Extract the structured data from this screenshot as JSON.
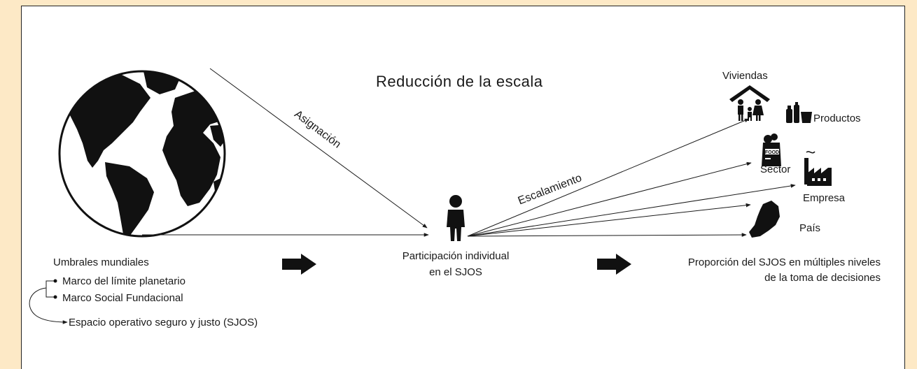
{
  "title": "Reducción de la escala",
  "arrows": {
    "allocation": "Asignación",
    "scaling": "Escalamiento"
  },
  "left": {
    "heading": "Umbrales mundiales",
    "items": [
      "Marco del límite planetario",
      "Marco Social Fundacional"
    ],
    "result": "Espacio operativo seguro y justo (SJOS)"
  },
  "center": {
    "line1": "Participación individual",
    "line2": "en el SJOS"
  },
  "right": {
    "line1": "Proporción del SJOS en múltiples niveles",
    "line2": "de la toma de decisiones"
  },
  "levels": {
    "housing": "Viviendas",
    "products": "Productos",
    "sector": "Sector",
    "company": "Empresa",
    "country": "País"
  },
  "icons": {
    "globe": "globe-icon",
    "person": "person-icon",
    "housing": "family-house-icon",
    "products": "bottles-icon",
    "sector": "food-bag-icon",
    "company": "factory-icon",
    "country": "country-map-icon",
    "flow": "right-arrow-icon"
  },
  "colors": {
    "background": "#fde9c6",
    "panel": "#ffffff",
    "ink": "#1a1a1a"
  }
}
